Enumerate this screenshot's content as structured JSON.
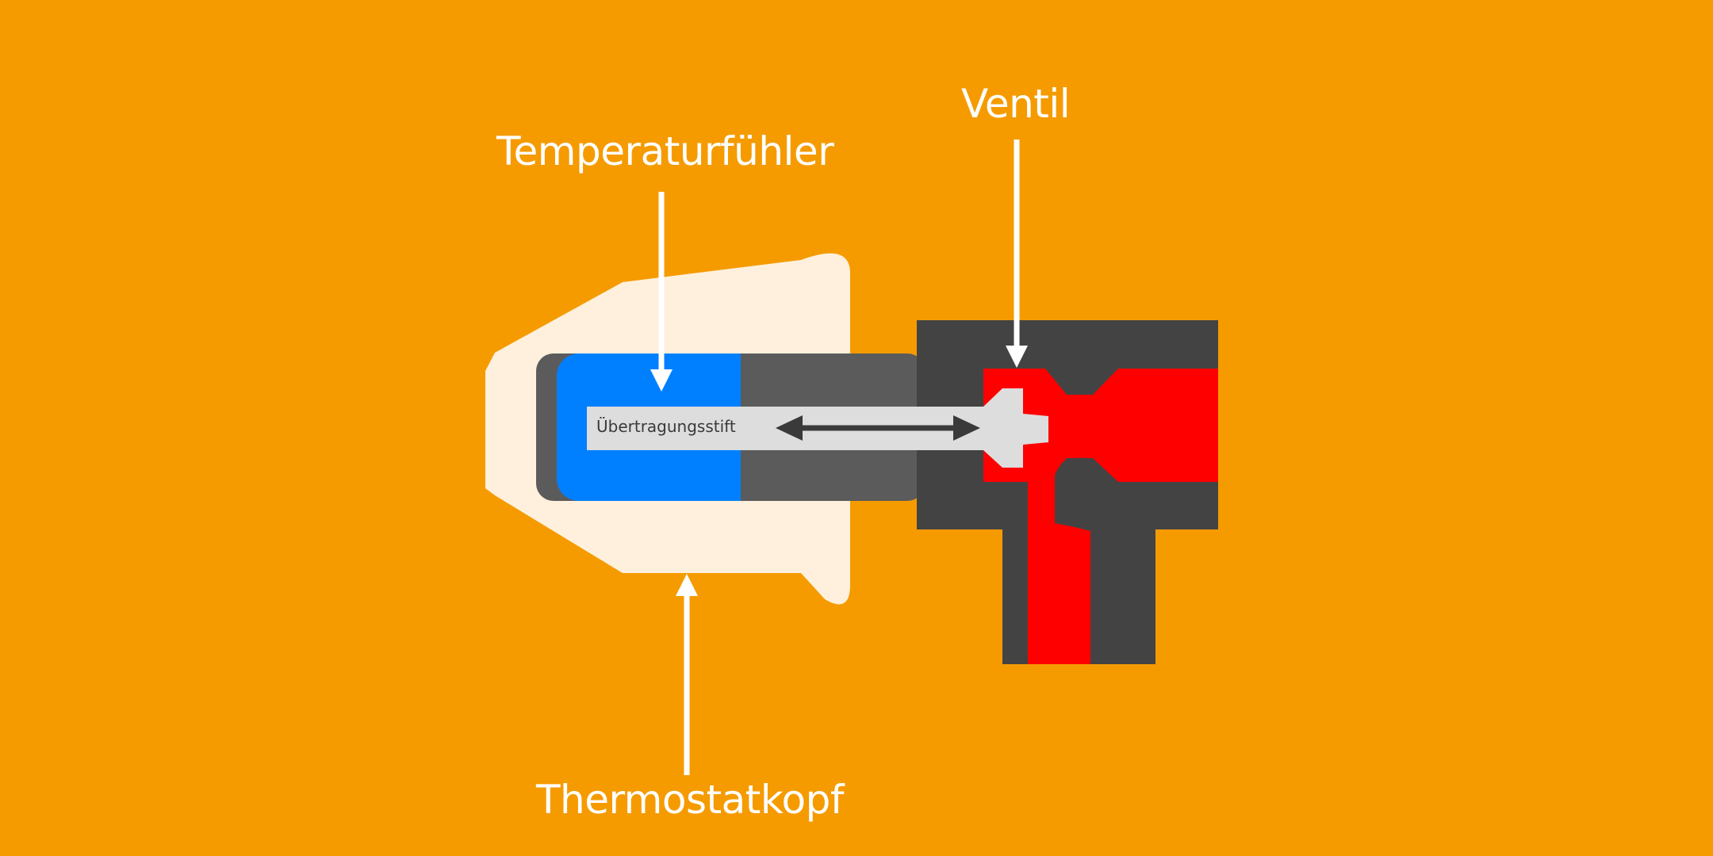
{
  "labels": {
    "temperature_sensor": "Temperaturfühler",
    "valve": "Ventil",
    "thermostat_head": "Thermostatkopf",
    "transfer_pin": "Übertragungsstift"
  },
  "colors": {
    "background": "#F59B00",
    "thermostat_head": "#FEF0DC",
    "housing_dark": "#434343",
    "shaft_gray": "#5B5B5B",
    "sensor_blue": "#0080FF",
    "valve_red": "#FF0000",
    "pin_light": "#DDDDDD",
    "arrow_white": "#FFFFFF"
  }
}
